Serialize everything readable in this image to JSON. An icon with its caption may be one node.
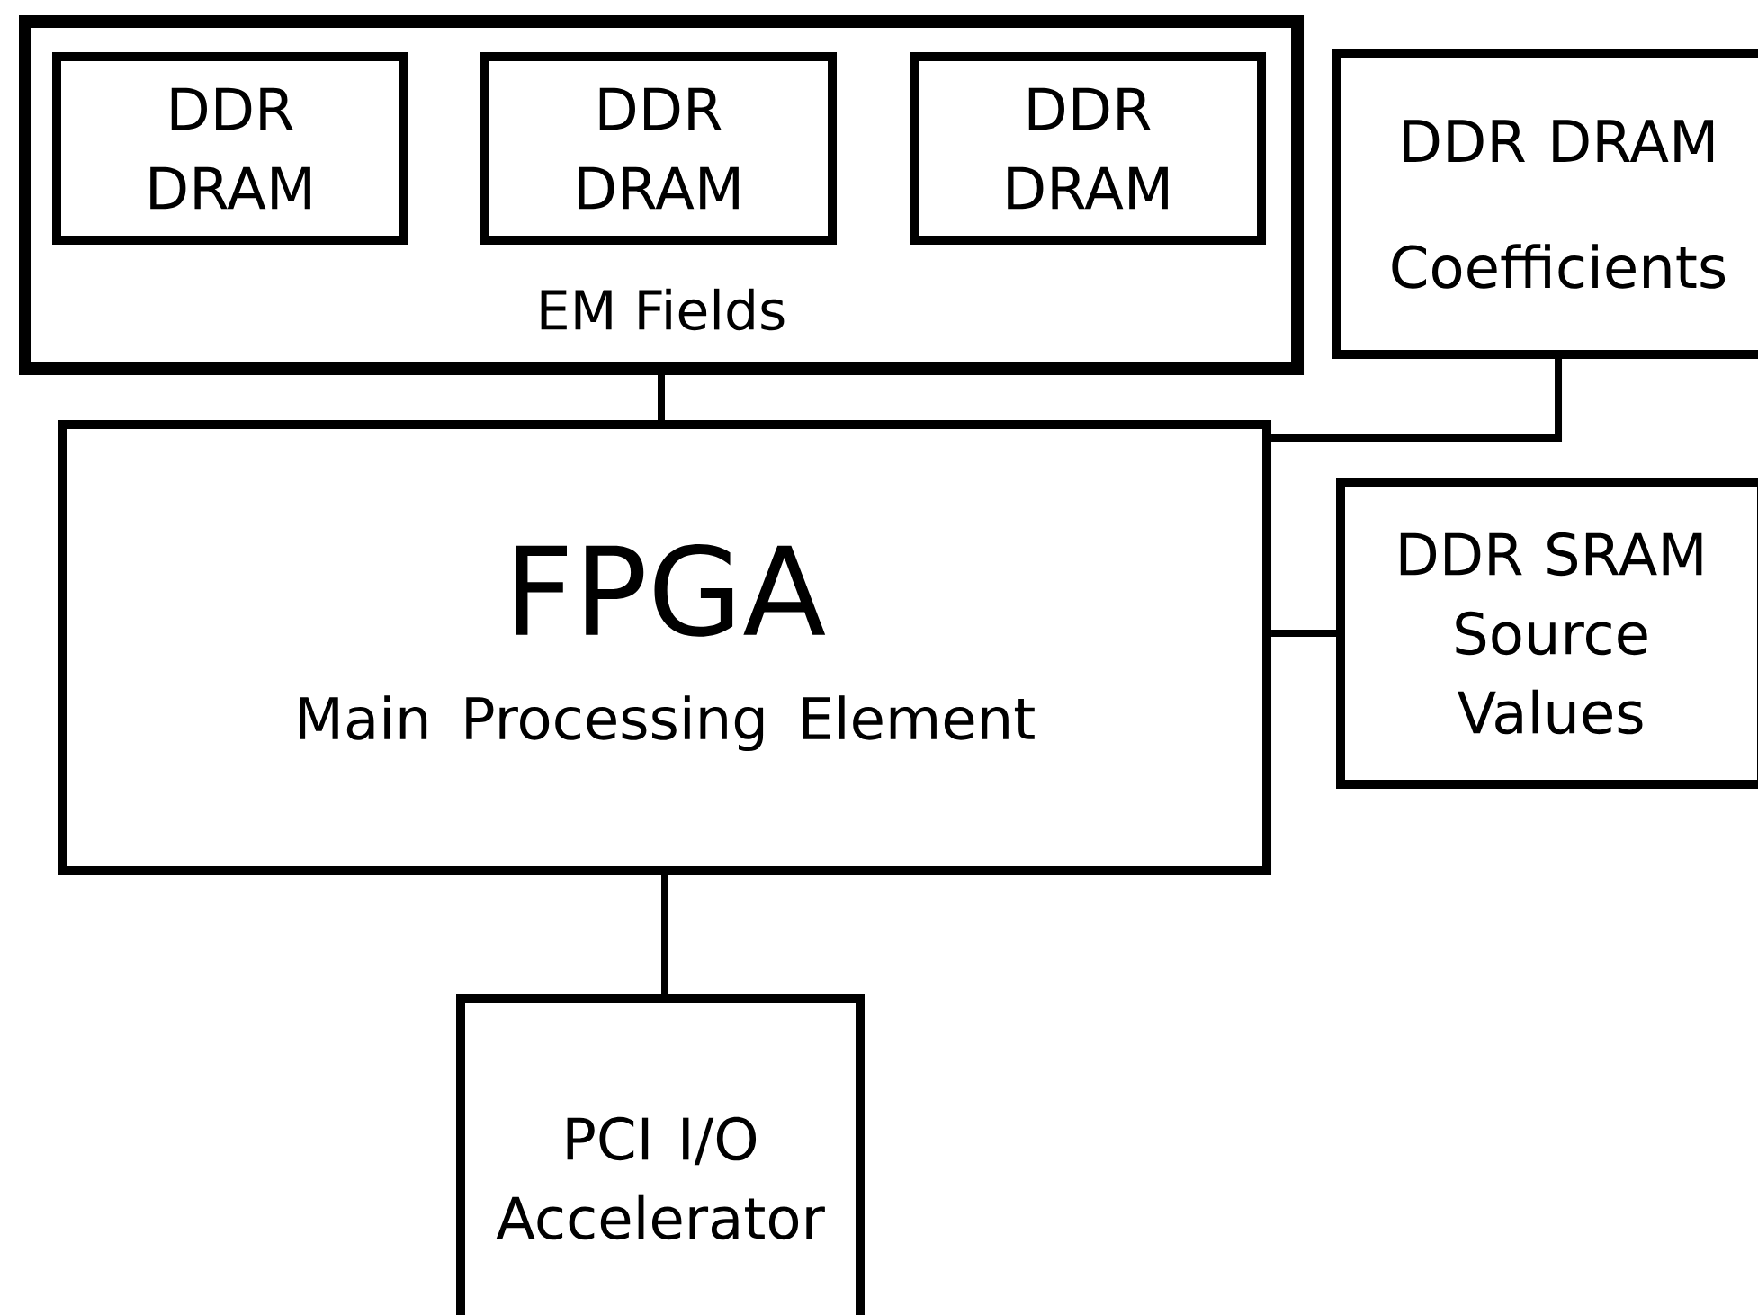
{
  "diagram": {
    "nodes": [
      {
        "text": [
          "EM Fields"
        ]
      },
      {
        "text": [
          "DDR DRAM"
        ],
        "in": 0
      },
      {
        "text": [
          "DDR DRAM"
        ],
        "in": 0
      },
      {
        "text": [
          "DDR DRAM"
        ],
        "in": 0
      },
      {
        "text": [
          "DDR DRAM",
          "Coefficients"
        ]
      },
      {
        "text": [
          "FPGA",
          "Main Processing Element"
        ]
      },
      {
        "text": [
          "DDR SRAM Source Values"
        ]
      },
      {
        "text": [
          "PCI I/O Accelerator"
        ]
      }
    ],
    "edges": [
      {
        "from": 0,
        "to": 5,
        "arrow": "none"
      },
      {
        "from": 4,
        "to": 5,
        "arrow": "none"
      },
      {
        "from": 6,
        "to": 5,
        "arrow": "none"
      },
      {
        "from": 5,
        "to": 7,
        "arrow": "none"
      }
    ]
  }
}
